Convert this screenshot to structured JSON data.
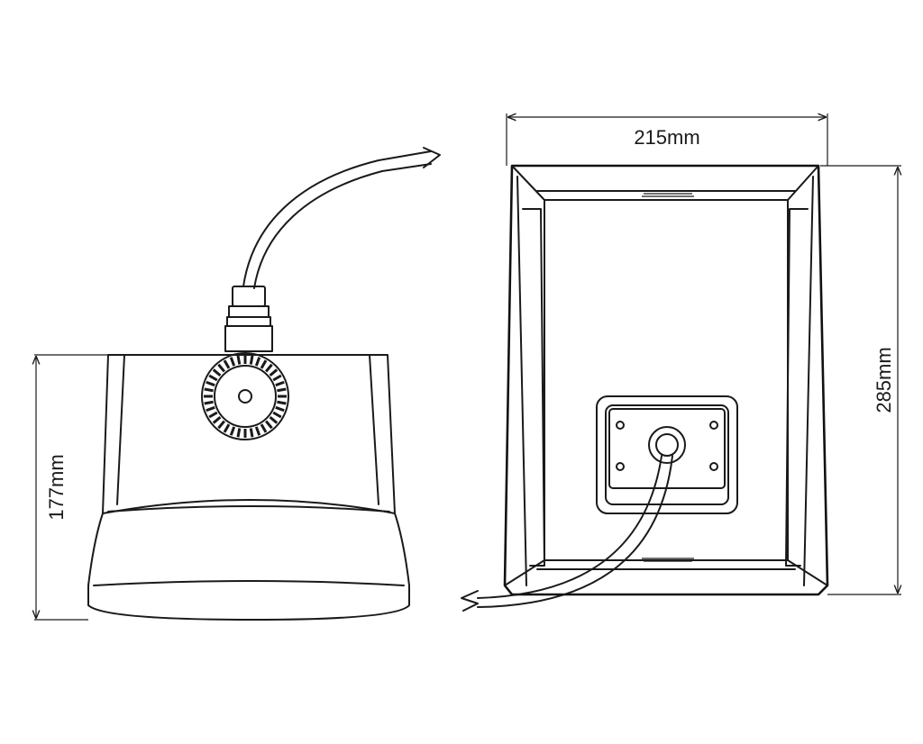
{
  "dimensions": {
    "height": "177mm",
    "width": "215mm",
    "depth": "285mm"
  },
  "colors": {
    "line": "#1a1a1a",
    "background": "#ffffff"
  },
  "icons": {
    "left_view": "speaker-side-view-icon",
    "right_view": "speaker-back-view-icon"
  }
}
